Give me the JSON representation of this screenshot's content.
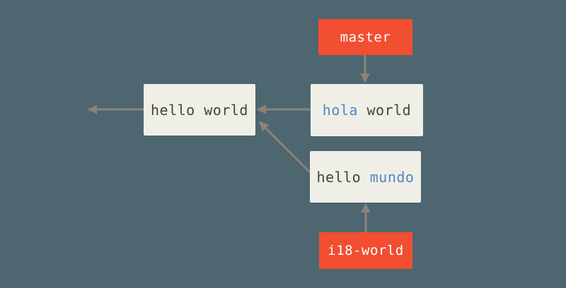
{
  "colors": {
    "background": "#4d6670",
    "node_fill": "#f0efe7",
    "branch_label_fill": "#f14e32",
    "branch_label_text": "#ffffff",
    "text_dark": "#46423c",
    "text_blue": "#4e87c7",
    "arrow": "#8b8378"
  },
  "branch_labels": {
    "master": "master",
    "i18_world": "i18-world"
  },
  "commits": {
    "hello_world": {
      "parts": [
        {
          "text": "hello world",
          "color": "dark"
        }
      ]
    },
    "hola_world": {
      "parts": [
        {
          "text": "hola",
          "color": "blue"
        },
        {
          "text": " world",
          "color": "dark"
        }
      ]
    },
    "hello_mundo": {
      "parts": [
        {
          "text": "hello ",
          "color": "dark"
        },
        {
          "text": "mundo",
          "color": "blue"
        }
      ]
    }
  }
}
